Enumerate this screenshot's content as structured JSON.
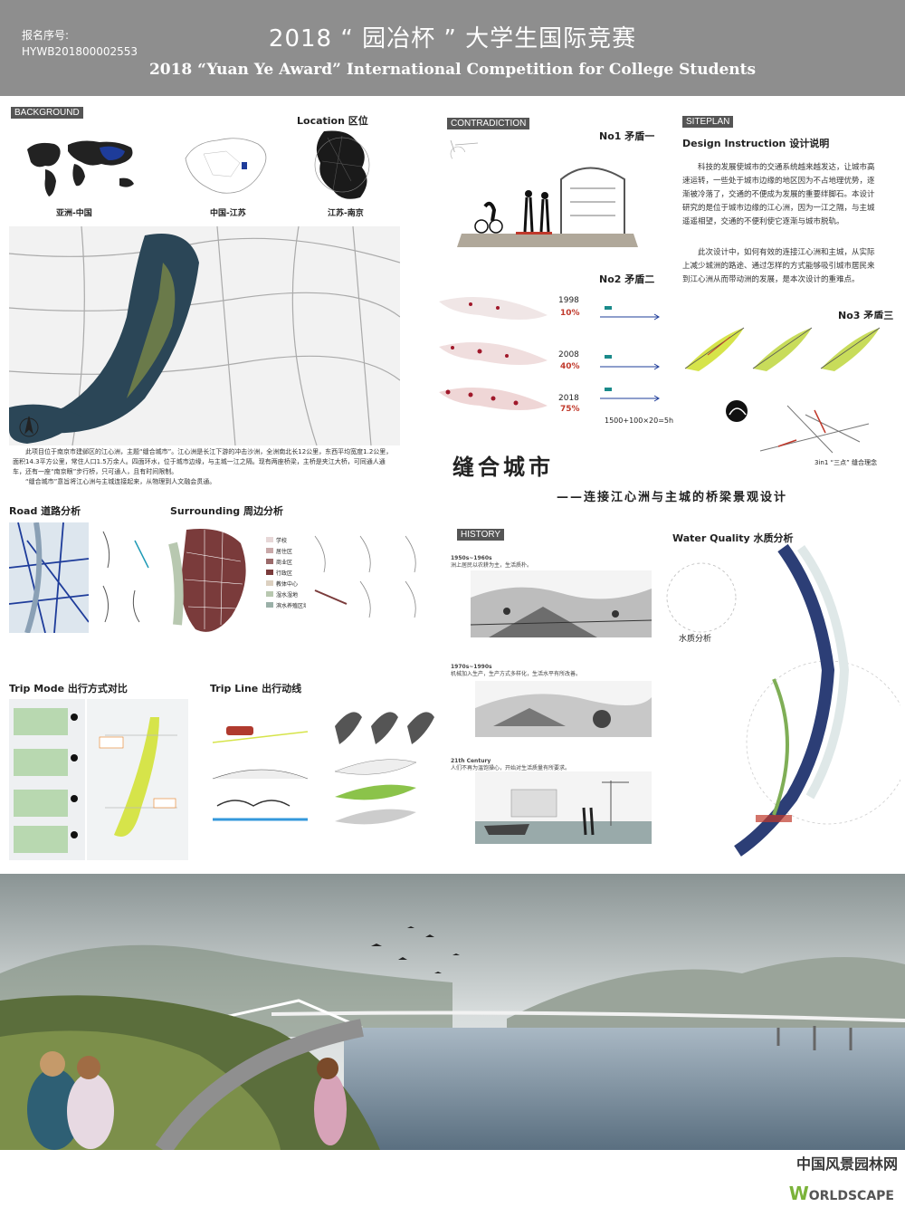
{
  "header": {
    "reg_label": "报名序号:",
    "reg_no": "HYWB201800002553",
    "title_cn": "2018 “ 园冶杯 ” 大学生国际竞赛",
    "title_en": "2018 “Yuan Ye Award” International Competition for College Students"
  },
  "background": {
    "tag": "BACKGROUND",
    "location_title": "Location 区位",
    "map_labels": [
      "亚洲-中国",
      "中国-江苏",
      "江苏-南京"
    ],
    "description": "此项目位于南京市建邺区的江心洲，主题“缝合城市”。江心洲是长江下游的冲击沙洲，全洲南北长12公里，东西平均宽度1.2公里，面积14.3平方公里，常住人口1.5万余人。四面环水，位于城市边缘，与主城一江之隔。现有两座桥梁，主桥是夹江大桥，可同通人通车，还有一座“南京眼”步行桥，只可通人，且有时间限制。",
    "description2": "“缝合城市”意旨将江心洲与主城连接起来，从物理到人文融会贯通。"
  },
  "contradiction": {
    "tag": "CONTRADICTION",
    "no1": "No1 矛盾一",
    "no2": "No2 矛盾二",
    "no3": "No3 矛盾三",
    "years": [
      "1998",
      "2008",
      "2018"
    ],
    "percents": [
      "10%",
      "40%",
      "75%"
    ],
    "formula": "1500+100×20=5h",
    "three_in_one": "3in1 “三点” 缝合理念"
  },
  "siteplan": {
    "tag": "SITEPLAN",
    "design_title": "Design Instruction 设计说明",
    "para1": "科技的发展使城市的交通系统越来越发达，让城市高速运转，一些处于城市边缘的地区因为不占地理优势，逐渐被冷落了，交通的不便成为发展的重要绊脚石。本设计研究的是位于城市边缘的江心洲，因为一江之隔，与主城遥遥相望，交通的不便利使它逐渐与城市脱轨。",
    "para2": "此次设计中，如何有效的连接江心洲和主城，从实际上减少城洲的路途、通过怎样的方式能够吸引城市居民来到江心洲从而带动洲的发展，是本次设计的重难点。"
  },
  "theme": {
    "title": "缝合城市",
    "subtitle": "——连接江心洲与主城的桥梁景观设计"
  },
  "analysis": {
    "road": "Road 道路分析",
    "surrounding": "Surrounding 周边分析",
    "trip_mode": "Trip Mode 出行方式对比",
    "trip_line": "Trip Line 出行动线",
    "history_tag": "HISTORY",
    "water_quality": "Water Quality 水质分析",
    "water_sub": "水质分析",
    "legend": [
      "学校",
      "居住区",
      "商业区",
      "行政区",
      "教体中心",
      "湿水湿地",
      "滨水养殖区域"
    ],
    "history": [
      {
        "era": "1950s~1960s",
        "text": "洲上居民以农耕为主，生活质朴。"
      },
      {
        "era": "1970s~1990s",
        "text": "机械加入生产，生产方式多样化，生活水平有所改善。"
      },
      {
        "era": "21th Century",
        "text": "人们不再为温饱操心，开始对生活质量有所要求。"
      }
    ]
  },
  "footer": {
    "cn": "中国风景园林网",
    "en_w": "W",
    "en_rest": "ORLDSCAPE"
  }
}
